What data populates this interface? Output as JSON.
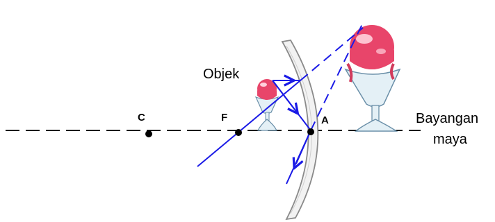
{
  "labels": {
    "center": "C",
    "focus": "F",
    "vertex": "A",
    "object": "Objek",
    "image_line1": "Bayangan",
    "image_line2": "maya"
  },
  "colors": {
    "ray": "#1a1ae6",
    "axis": "#000000",
    "mirror_stroke": "#8a8a8a",
    "mirror_fill": "#f2f2f2",
    "scoop": "#e8456a",
    "scoop_highlight": "#ffd0dc",
    "cup": "#e4f0f6",
    "cup_stroke": "#6a8fa8",
    "drip": "#d13b5c"
  },
  "icons": {
    "object": "ice-cream-cup-icon",
    "image": "ice-cream-cup-icon"
  }
}
